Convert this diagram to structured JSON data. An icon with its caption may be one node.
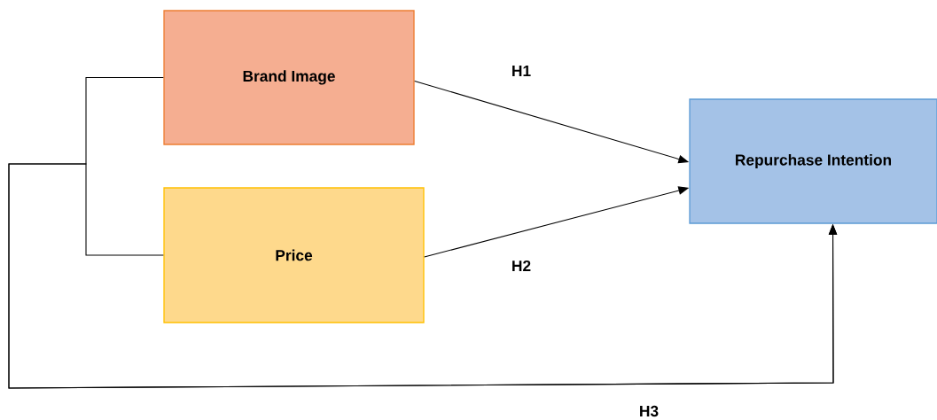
{
  "diagram": {
    "nodes": [
      {
        "text": [
          "Brand Image"
        ]
      },
      {
        "text": [
          "Price"
        ]
      },
      {
        "text": [
          "Repurchase Intention"
        ]
      }
    ],
    "edges": [
      {
        "from": 0,
        "to": 2,
        "arrow": "to",
        "label": "H1"
      },
      {
        "from": 1,
        "to": 2,
        "arrow": "to",
        "label": "H2"
      },
      {
        "from": 0,
        "to": 2,
        "arrow": "to",
        "label": "H3"
      },
      {
        "from": 1,
        "to": 2,
        "arrow": "to"
      }
    ]
  }
}
